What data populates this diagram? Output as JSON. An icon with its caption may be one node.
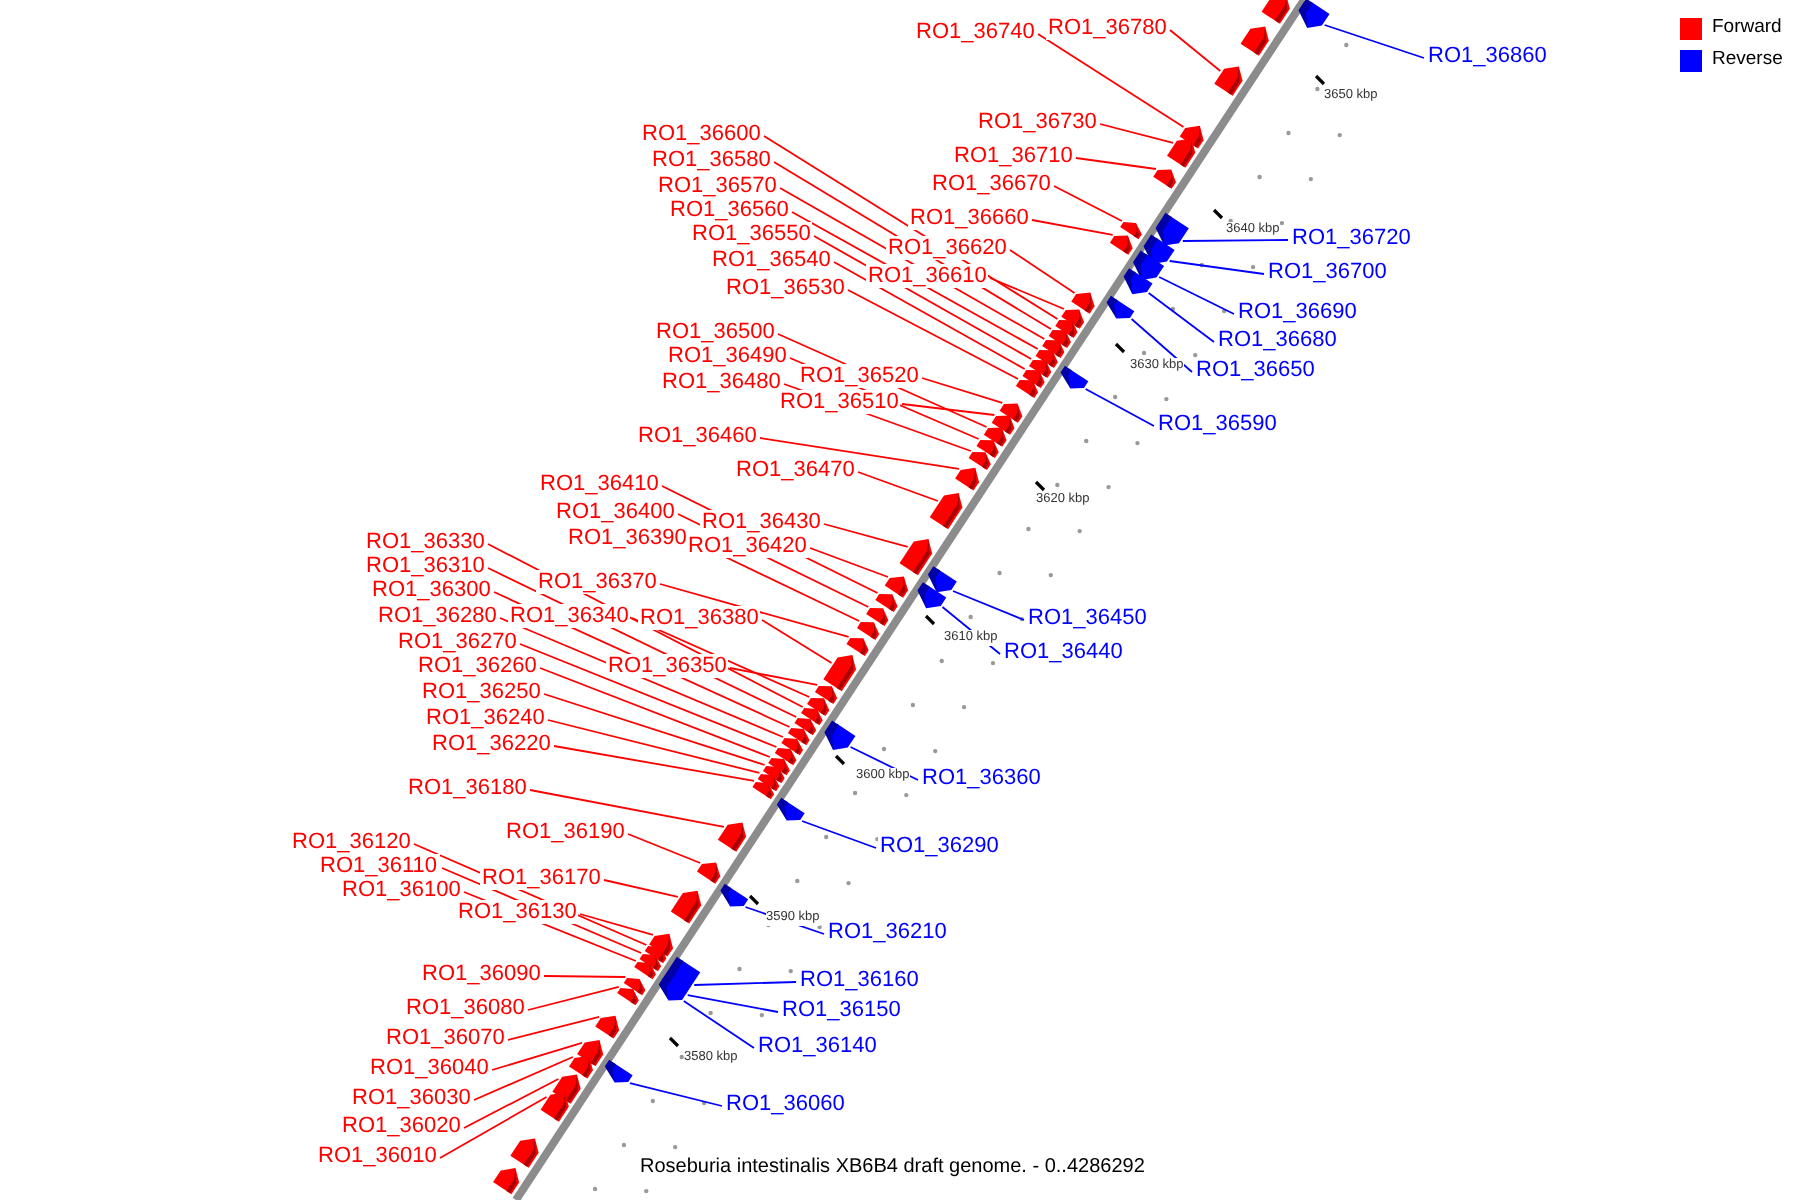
{
  "diagram": {
    "caption": "Roseburia intestinalis XB6B4 draft genome. - 0..4286292",
    "nodes": [
      {
        "text": [
          "RO1_36740"
        ]
      },
      {
        "text": [],
        "shape": "block"
      },
      {
        "text": [
          "RO1_36780"
        ]
      },
      {
        "text": [],
        "shape": "block"
      },
      {
        "text": [
          "RO1_36730"
        ]
      },
      {
        "text": [],
        "shape": "block"
      },
      {
        "text": [
          "RO1_36710"
        ]
      },
      {
        "text": [],
        "shape": "block"
      },
      {
        "text": [
          "RO1_36670"
        ]
      },
      {
        "text": [],
        "shape": "block"
      },
      {
        "text": [
          "RO1_36660"
        ]
      },
      {
        "text": [],
        "shape": "block"
      },
      {
        "text": [
          "RO1_36620"
        ]
      },
      {
        "text": [],
        "shape": "block"
      },
      {
        "text": [
          "RO1_36610"
        ]
      },
      {
        "text": [],
        "shape": "block"
      },
      {
        "text": [
          "RO1_36600"
        ]
      },
      {
        "text": [],
        "shape": "block"
      },
      {
        "text": [
          "RO1_36580"
        ]
      },
      {
        "text": [],
        "shape": "block"
      },
      {
        "text": [
          "RO1_36570"
        ]
      },
      {
        "text": [],
        "shape": "block"
      },
      {
        "text": [
          "RO1_36560"
        ]
      },
      {
        "text": [],
        "shape": "block"
      },
      {
        "text": [
          "RO1_36550"
        ]
      },
      {
        "text": [],
        "shape": "block"
      },
      {
        "text": [
          "RO1_36540"
        ]
      },
      {
        "text": [],
        "shape": "block"
      },
      {
        "text": [
          "RO1_36530"
        ]
      },
      {
        "text": [],
        "shape": "block"
      },
      {
        "text": [
          "RO1_36500"
        ]
      },
      {
        "text": [],
        "shape": "block"
      },
      {
        "text": [
          "RO1_36490"
        ]
      },
      {
        "text": [],
        "shape": "block"
      },
      {
        "text": [
          "RO1_36480"
        ]
      },
      {
        "text": [],
        "shape": "block"
      },
      {
        "text": [
          "RO1_36520"
        ]
      },
      {
        "text": [],
        "shape": "block"
      },
      {
        "text": [
          "RO1_36510"
        ]
      },
      {
        "text": [],
        "shape": "block"
      },
      {
        "text": [
          "RO1_36460"
        ]
      },
      {
        "text": [],
        "shape": "block"
      },
      {
        "text": [
          "RO1_36470"
        ]
      },
      {
        "text": [],
        "shape": "block"
      },
      {
        "text": [
          "RO1_36410"
        ]
      },
      {
        "text": [],
        "shape": "block"
      },
      {
        "text": [
          "RO1_36400"
        ]
      },
      {
        "text": [],
        "shape": "block"
      },
      {
        "text": [
          "RO1_36390"
        ]
      },
      {
        "text": [],
        "shape": "block"
      },
      {
        "text": [
          "RO1_36430"
        ]
      },
      {
        "text": [],
        "shape": "block"
      },
      {
        "text": [
          "RO1_36420"
        ]
      },
      {
        "text": [],
        "shape": "block"
      },
      {
        "text": [
          "RO1_36330"
        ]
      },
      {
        "text": [],
        "shape": "block"
      },
      {
        "text": [
          "RO1_36310"
        ]
      },
      {
        "text": [],
        "shape": "block"
      },
      {
        "text": [
          "RO1_36300"
        ]
      },
      {
        "text": [],
        "shape": "block"
      },
      {
        "text": [
          "RO1_36280"
        ]
      },
      {
        "text": [],
        "shape": "block"
      },
      {
        "text": [
          "RO1_36270"
        ]
      },
      {
        "text": [],
        "shape": "block"
      },
      {
        "text": [
          "RO1_36260"
        ]
      },
      {
        "text": [],
        "shape": "block"
      },
      {
        "text": [
          "RO1_36250"
        ]
      },
      {
        "text": [],
        "shape": "block"
      },
      {
        "text": [
          "RO1_36240"
        ]
      },
      {
        "text": [],
        "shape": "block"
      },
      {
        "text": [
          "RO1_36220"
        ]
      },
      {
        "text": [],
        "shape": "block"
      },
      {
        "text": [
          "RO1_36370"
        ]
      },
      {
        "text": [],
        "shape": "block"
      },
      {
        "text": [
          "RO1_36340"
        ]
      },
      {
        "text": [],
        "shape": "block"
      },
      {
        "text": [
          "RO1_36380"
        ]
      },
      {
        "text": [],
        "shape": "block"
      },
      {
        "text": [
          "RO1_36350"
        ]
      },
      {
        "text": [],
        "shape": "block"
      },
      {
        "text": [
          "RO1_36180"
        ]
      },
      {
        "text": [],
        "shape": "block"
      },
      {
        "text": [
          "RO1_36190"
        ]
      },
      {
        "text": [],
        "shape": "block"
      },
      {
        "text": [
          "RO1_36120"
        ]
      },
      {
        "text": [],
        "shape": "block"
      },
      {
        "text": [
          "RO1_36110"
        ]
      },
      {
        "text": [],
        "shape": "block"
      },
      {
        "text": [
          "RO1_36100"
        ]
      },
      {
        "text": [],
        "shape": "block"
      },
      {
        "text": [
          "RO1_36170"
        ]
      },
      {
        "text": [],
        "shape": "block"
      },
      {
        "text": [
          "RO1_36130"
        ]
      },
      {
        "text": [],
        "shape": "block"
      },
      {
        "text": [
          "RO1_36090"
        ]
      },
      {
        "text": [],
        "shape": "block"
      },
      {
        "text": [
          "RO1_36080"
        ]
      },
      {
        "text": [],
        "shape": "block"
      },
      {
        "text": [
          "RO1_36070"
        ]
      },
      {
        "text": [],
        "shape": "block"
      },
      {
        "text": [
          "RO1_36040"
        ]
      },
      {
        "text": [],
        "shape": "block"
      },
      {
        "text": [
          "RO1_36030"
        ]
      },
      {
        "text": [],
        "shape": "block"
      },
      {
        "text": [
          "RO1_36020"
        ]
      },
      {
        "text": [],
        "shape": "block"
      },
      {
        "text": [
          "RO1_36010"
        ]
      },
      {
        "text": [],
        "shape": "block"
      },
      {
        "text": [
          "RO1_36860"
        ]
      },
      {
        "text": [],
        "shape": "block"
      },
      {
        "text": [
          "RO1_36720"
        ]
      },
      {
        "text": [],
        "shape": "block"
      },
      {
        "text": [
          "RO1_36700"
        ]
      },
      {
        "text": [],
        "shape": "block"
      },
      {
        "text": [
          "RO1_36690"
        ]
      },
      {
        "text": [],
        "shape": "block"
      },
      {
        "text": [
          "RO1_36680"
        ]
      },
      {
        "text": [],
        "shape": "block"
      },
      {
        "text": [
          "RO1_36650"
        ]
      },
      {
        "text": [],
        "shape": "block"
      },
      {
        "text": [
          "RO1_36590"
        ]
      },
      {
        "text": [],
        "shape": "block"
      },
      {
        "text": [
          "RO1_36450"
        ]
      },
      {
        "text": [],
        "shape": "block"
      },
      {
        "text": [
          "RO1_36440"
        ]
      },
      {
        "text": [],
        "shape": "block"
      },
      {
        "text": [
          "RO1_36360"
        ]
      },
      {
        "text": [],
        "shape": "block"
      },
      {
        "text": [
          "RO1_36290"
        ]
      },
      {
        "text": [],
        "shape": "block"
      },
      {
        "text": [
          "RO1_36210"
        ]
      },
      {
        "text": [],
        "shape": "block"
      },
      {
        "text": [
          "RO1_36160"
        ]
      },
      {
        "text": [],
        "shape": "block"
      },
      {
        "text": [
          "RO1_36150"
        ]
      },
      {
        "text": [],
        "shape": "block"
      },
      {
        "text": [
          "RO1_36140"
        ]
      },
      {
        "text": [],
        "shape": "block"
      },
      {
        "text": [
          "RO1_36060"
        ]
      },
      {
        "text": [],
        "shape": "block"
      },
      {
        "text": [],
        "shape": "block"
      },
      {
        "text": [],
        "shape": "block"
      },
      {
        "text": [],
        "shape": "block"
      },
      {
        "text": [],
        "shape": "block"
      }
    ],
    "edges": [
      {
        "from": 0,
        "to": 1,
        "arrow": "none"
      },
      {
        "from": 2,
        "to": 3,
        "arrow": "none"
      },
      {
        "from": 4,
        "to": 5,
        "arrow": "none"
      },
      {
        "from": 6,
        "to": 7,
        "arrow": "none"
      },
      {
        "from": 8,
        "to": 9,
        "arrow": "none"
      },
      {
        "from": 10,
        "to": 11,
        "arrow": "none"
      },
      {
        "from": 12,
        "to": 13,
        "arrow": "none"
      },
      {
        "from": 14,
        "to": 15,
        "arrow": "none"
      },
      {
        "from": 16,
        "to": 17,
        "arrow": "none"
      },
      {
        "from": 18,
        "to": 19,
        "arrow": "none"
      },
      {
        "from": 20,
        "to": 21,
        "arrow": "none"
      },
      {
        "from": 22,
        "to": 23,
        "arrow": "none"
      },
      {
        "from": 24,
        "to": 25,
        "arrow": "none"
      },
      {
        "from": 26,
        "to": 27,
        "arrow": "none"
      },
      {
        "from": 28,
        "to": 29,
        "arrow": "none"
      },
      {
        "from": 30,
        "to": 31,
        "arrow": "none"
      },
      {
        "from": 32,
        "to": 33,
        "arrow": "none"
      },
      {
        "from": 34,
        "to": 35,
        "arrow": "none"
      },
      {
        "from": 36,
        "to": 37,
        "arrow": "none"
      },
      {
        "from": 38,
        "to": 39,
        "arrow": "none"
      },
      {
        "from": 40,
        "to": 41,
        "arrow": "none"
      },
      {
        "from": 42,
        "to": 43,
        "arrow": "none"
      },
      {
        "from": 44,
        "to": 45,
        "arrow": "none"
      },
      {
        "from": 46,
        "to": 47,
        "arrow": "none"
      },
      {
        "from": 48,
        "to": 49,
        "arrow": "none"
      },
      {
        "from": 50,
        "to": 51,
        "arrow": "none"
      },
      {
        "from": 52,
        "to": 53,
        "arrow": "none"
      },
      {
        "from": 54,
        "to": 55,
        "arrow": "none"
      },
      {
        "from": 56,
        "to": 57,
        "arrow": "none"
      },
      {
        "from": 58,
        "to": 59,
        "arrow": "none"
      },
      {
        "from": 60,
        "to": 61,
        "arrow": "none"
      },
      {
        "from": 62,
        "to": 63,
        "arrow": "none"
      },
      {
        "from": 64,
        "to": 65,
        "arrow": "none"
      },
      {
        "from": 66,
        "to": 67,
        "arrow": "none"
      },
      {
        "from": 68,
        "to": 69,
        "arrow": "none"
      },
      {
        "from": 70,
        "to": 71,
        "arrow": "none"
      },
      {
        "from": 72,
        "to": 73,
        "arrow": "none"
      },
      {
        "from": 74,
        "to": 75,
        "arrow": "none"
      },
      {
        "from": 76,
        "to": 77,
        "arrow": "none"
      },
      {
        "from": 78,
        "to": 79,
        "arrow": "none"
      },
      {
        "from": 80,
        "to": 81,
        "arrow": "none"
      },
      {
        "from": 82,
        "to": 83,
        "arrow": "none"
      },
      {
        "from": 84,
        "to": 85,
        "arrow": "none"
      },
      {
        "from": 86,
        "to": 87,
        "arrow": "none"
      },
      {
        "from": 88,
        "to": 89,
        "arrow": "none"
      },
      {
        "from": 90,
        "to": 91,
        "arrow": "none"
      },
      {
        "from": 92,
        "to": 93,
        "arrow": "none"
      },
      {
        "from": 94,
        "to": 95,
        "arrow": "none"
      },
      {
        "from": 96,
        "to": 97,
        "arrow": "none"
      },
      {
        "from": 98,
        "to": 99,
        "arrow": "none"
      },
      {
        "from": 100,
        "to": 101,
        "arrow": "none"
      },
      {
        "from": 102,
        "to": 103,
        "arrow": "none"
      },
      {
        "from": 104,
        "to": 105,
        "arrow": "none"
      },
      {
        "from": 106,
        "to": 107,
        "arrow": "none"
      },
      {
        "from": 108,
        "to": 109,
        "arrow": "none",
        "color": "#0000ff"
      },
      {
        "from": 110,
        "to": 111,
        "arrow": "none",
        "color": "#0000ff"
      },
      {
        "from": 112,
        "to": 113,
        "arrow": "none",
        "color": "#0000ff"
      },
      {
        "from": 114,
        "to": 115,
        "arrow": "none",
        "color": "#0000ff"
      },
      {
        "from": 116,
        "to": 117,
        "arrow": "none",
        "color": "#0000ff"
      },
      {
        "from": 118,
        "to": 119,
        "arrow": "none",
        "color": "#0000ff"
      },
      {
        "from": 120,
        "to": 121,
        "arrow": "none",
        "color": "#0000ff"
      },
      {
        "from": 122,
        "to": 123,
        "arrow": "none",
        "color": "#0000ff"
      },
      {
        "from": 124,
        "to": 125,
        "arrow": "none",
        "color": "#0000ff"
      },
      {
        "from": 126,
        "to": 127,
        "arrow": "none",
        "color": "#0000ff"
      },
      {
        "from": 128,
        "to": 129,
        "arrow": "none",
        "color": "#0000ff"
      },
      {
        "from": 130,
        "to": 131,
        "arrow": "none",
        "color": "#0000ff"
      },
      {
        "from": 132,
        "to": 133,
        "arrow": "none",
        "color": "#0000ff"
      },
      {
        "from": 134,
        "to": 135,
        "arrow": "none",
        "color": "#0000ff"
      },
      {
        "from": 136,
        "to": 137,
        "arrow": "none",
        "color": "#0000ff"
      },
      {
        "from": 138,
        "to": 139,
        "arrow": "none",
        "color": "#0000ff"
      }
    ],
    "labels": [
      "3650 kbp",
      "3640 kbp",
      "3630 kbp",
      "3620 kbp",
      "3610 kbp",
      "3600 kbp",
      "3590 kbp",
      "3580 kbp"
    ],
    "legend": [
      {
        "text": "Forward",
        "color": "#ff0000"
      },
      {
        "text": "Reverse",
        "color": "#0000ff"
      }
    ]
  }
}
